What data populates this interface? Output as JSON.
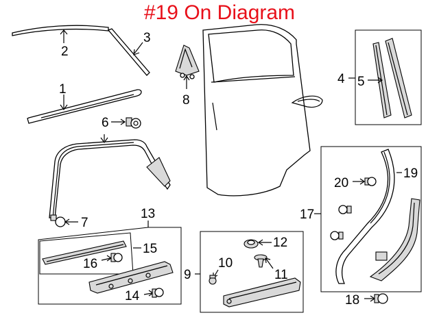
{
  "title": "#19 On Diagram",
  "colors": {
    "title": "#e8101a",
    "line": "#000000",
    "part_fill": "#d9d9d9"
  },
  "callouts": {
    "c1": "1",
    "c2": "2",
    "c3": "3",
    "c4": "4",
    "c5": "5",
    "c6": "6",
    "c7": "7",
    "c8": "8",
    "c9": "9",
    "c10": "10",
    "c11": "11",
    "c12": "12",
    "c13": "13",
    "c14": "14",
    "c15": "15",
    "c16": "16",
    "c17": "17",
    "c18": "18",
    "c19": "19",
    "c20": "20"
  }
}
